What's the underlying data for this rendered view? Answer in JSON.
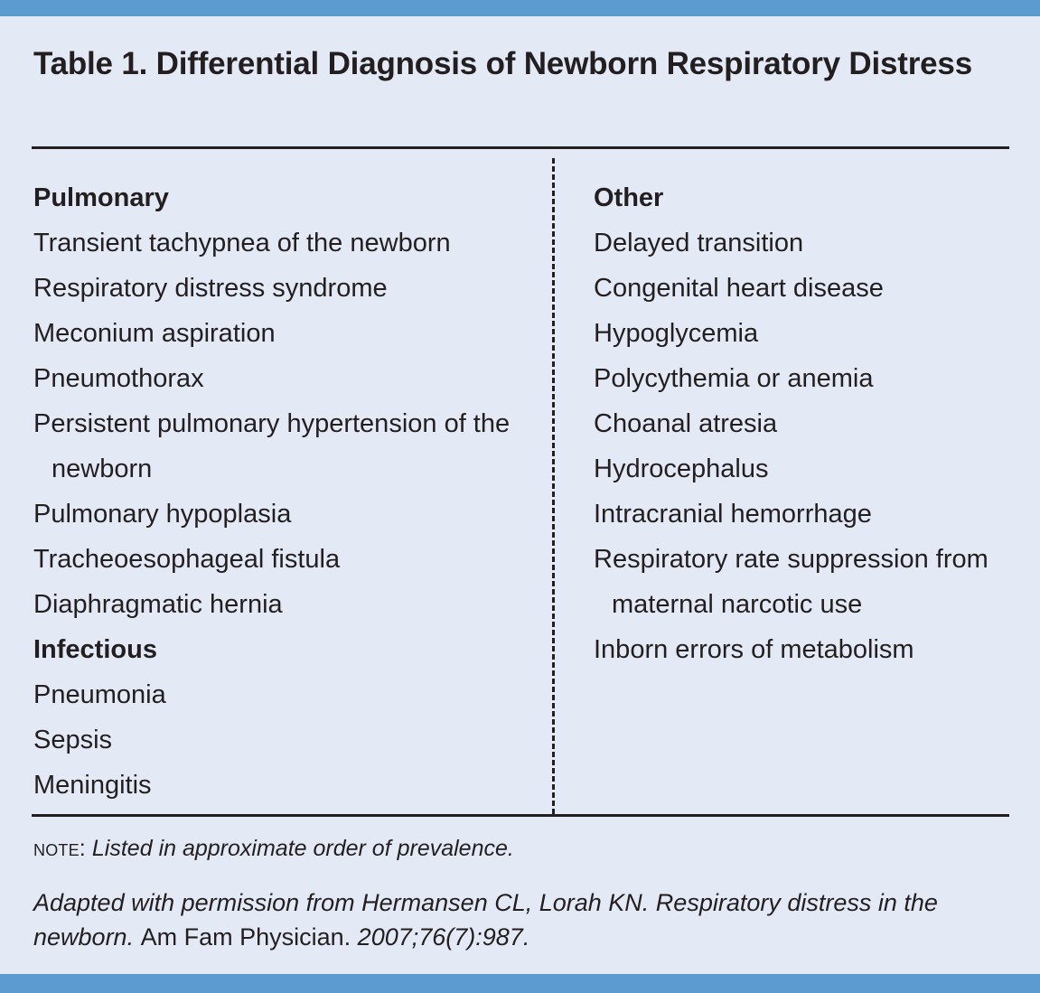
{
  "decor": {
    "band_color": "#5b9bd0",
    "background_color": "#e3eaf6",
    "rule_color": "#231f20"
  },
  "title": "Table 1. Differential Diagnosis of Newborn Respiratory Distress",
  "columns": {
    "left": {
      "groups": [
        {
          "heading": "Pulmonary",
          "items": [
            "Transient tachypnea of the newborn",
            "Respiratory distress syndrome",
            "Meconium aspiration",
            "Pneumothorax",
            "Persistent pulmonary hypertension of the newborn",
            "Pulmonary hypoplasia",
            "Tracheoesophageal fistula",
            "Diaphragmatic hernia"
          ]
        },
        {
          "heading": "Infectious",
          "items": [
            "Pneumonia",
            "Sepsis",
            "Meningitis"
          ]
        }
      ]
    },
    "right": {
      "groups": [
        {
          "heading": "Other",
          "items": [
            "Delayed transition",
            "Congenital heart disease",
            "Hypoglycemia",
            "Polycythemia or anemia",
            "Choanal atresia",
            "Hydrocephalus",
            "Intracranial hemorrhage",
            "Respiratory rate suppression from maternal narcotic use",
            "Inborn errors of metabolism"
          ]
        }
      ]
    }
  },
  "notes": {
    "note_label": "note:",
    "note_text": "Listed in approximate order of prevalence.",
    "citation": {
      "lead": "Adapted with permission from Hermansen CL, Lorah KN. Respiratory distress in the newborn.",
      "journal": "Am Fam Physician.",
      "locator": "2007;76(7):987."
    }
  }
}
